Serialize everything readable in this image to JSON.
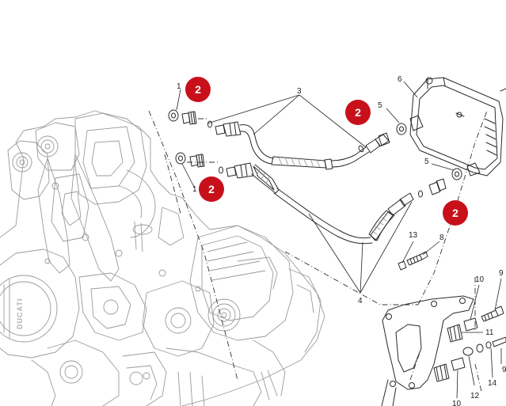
{
  "callouts": {
    "c1a": "1",
    "c1b": "1",
    "c3": "3",
    "c4": "4",
    "c5a": "5",
    "c5b": "5",
    "c6": "6",
    "c8": "8",
    "c9": "9",
    "c10a": "10",
    "c10b": "10",
    "c11": "11",
    "c12": "12",
    "c13": "13",
    "c14": "14"
  },
  "badges": {
    "b1": "2",
    "b2": "2",
    "b3": "2",
    "b4": "2"
  },
  "engine_text": "DUCATI",
  "colors": {
    "badge": "#c8101a",
    "line": "#2a2a2a",
    "engine_line": "#9a9a9a"
  }
}
